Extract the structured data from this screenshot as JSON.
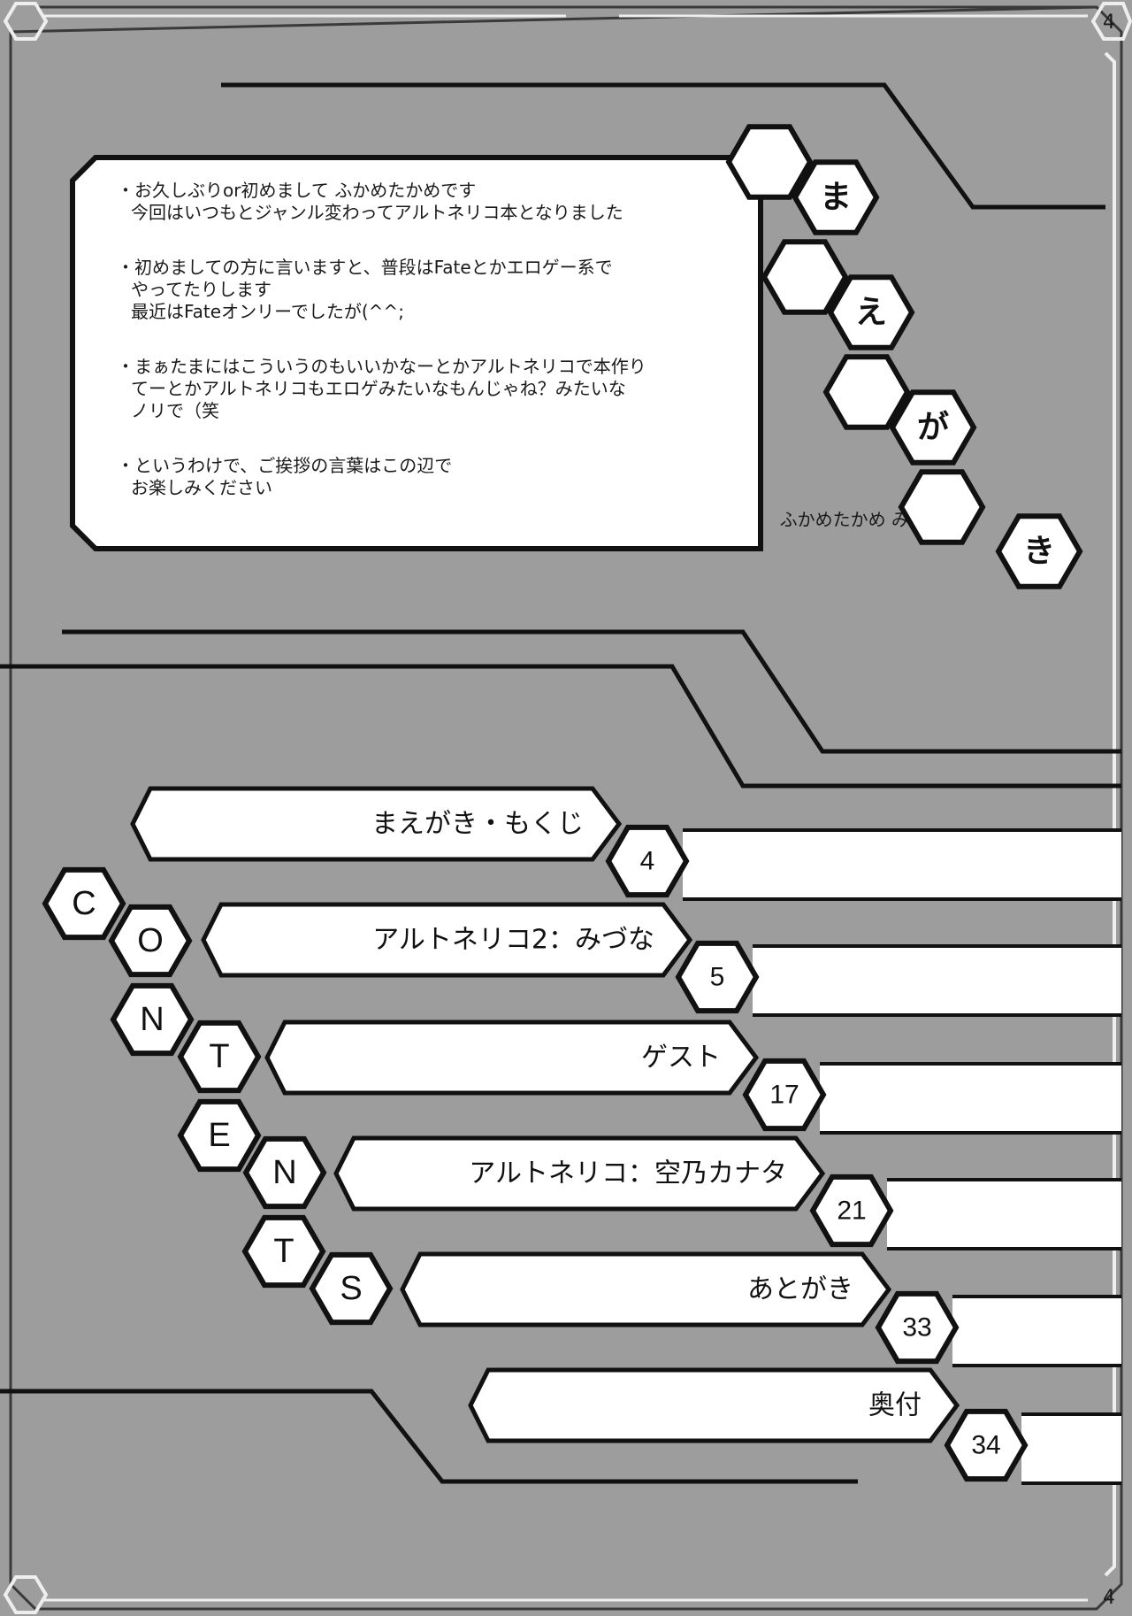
{
  "preface": {
    "title_chars": [
      "ま",
      "え",
      "が",
      "き"
    ],
    "paragraphs": [
      [
        "・お久しぶりor初めまして ふかめたかめです",
        "今回はいつもとジャンル変わってアルトネリコ本となりました"
      ],
      [
        "・初めましての方に言いますと、普段はFateとかエロゲー系で",
        "やってたりします",
        "最近はFateオンリーでしたが(^^;"
      ],
      [
        "・まぁたまにはこういうのもいいかなーとかアルトネリコで本作り",
        "てーとかアルトネリコもエロゲみたいなもんじゃね？みたいな",
        "ノリで（笑"
      ],
      [
        "・というわけで、ご挨拶の言葉はこの辺で",
        "お楽しみください"
      ]
    ],
    "signature": "ふかめたかめ みづな"
  },
  "contents": {
    "title_letters": [
      "C",
      "O",
      "N",
      "T",
      "E",
      "N",
      "T",
      "S"
    ],
    "entries": [
      {
        "title": "まえがき・もくじ",
        "page": "4"
      },
      {
        "title": "アルトネリコ2：みづな",
        "page": "5"
      },
      {
        "title": "ゲスト",
        "page": "17"
      },
      {
        "title": "アルトネリコ：空乃カナタ",
        "page": "21"
      },
      {
        "title": "あとがき",
        "page": "33"
      },
      {
        "title": "奥付",
        "page": "34"
      }
    ]
  },
  "page_number": "4",
  "corner_mark": "4"
}
